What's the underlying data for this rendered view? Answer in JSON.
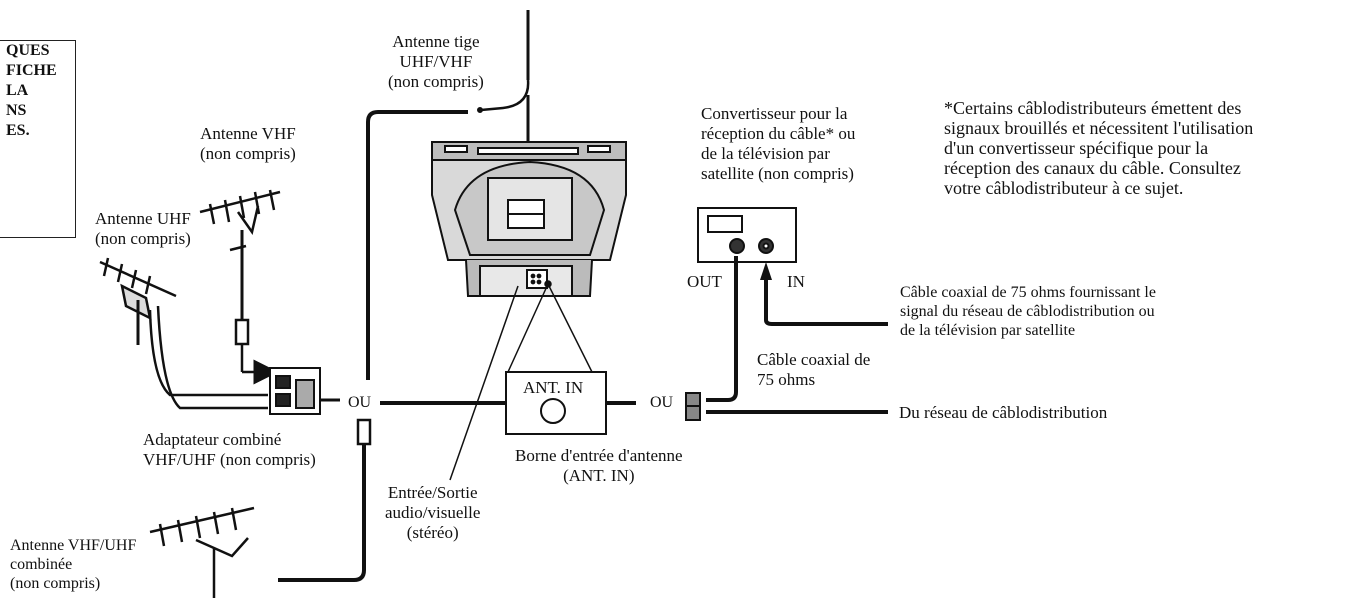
{
  "note_box": [
    "QUES",
    "FICHE",
    "LA",
    "NS",
    "",
    "ES."
  ],
  "labels": {
    "rod_antenna": [
      "Antenne tige",
      "UHF/VHF",
      "(non compris)"
    ],
    "vhf_antenna": [
      "Antenne VHF",
      "(non compris)"
    ],
    "uhf_antenna": [
      "Antenne UHF",
      "(non compris)"
    ],
    "combiner": [
      "Adaptateur combiné",
      "VHF/UHF (non compris)"
    ],
    "vhf_uhf_antenna": [
      "Antenne VHF/UHF",
      "combinée",
      "(non compris)"
    ],
    "ou_left": "OU",
    "ou_right": "OU",
    "ant_in_panel": "ANT. IN",
    "ant_in_terminal": [
      "Borne d'entrée d'antenne",
      "(ANT. IN)"
    ],
    "av_io": [
      "Entrée/Sortie",
      "audio/visuelle",
      "(stéréo)"
    ],
    "converter": [
      "Convertisseur pour la",
      "réception du câble* ou",
      "de la télévision par",
      "satellite (non compris)"
    ],
    "out": "OUT",
    "in": "IN",
    "coax_75": [
      "Câble coaxial de",
      "75 ohms"
    ],
    "coax_feed": [
      "Câble coaxial de 75 ohms fournissant le",
      "signal du réseau de câblodistribution ou",
      "de la télévision par satellite"
    ],
    "cable_network": "Du réseau de câblodistribution",
    "footnote": [
      "*Certains câblodistributeurs émettent des",
      "signaux brouillés et nécessitent l'utilisation",
      "d'un convertisseur spécifique pour la",
      "réception des canaux du câble. Consultez",
      "votre câblodistributeur à ce sujet."
    ]
  }
}
